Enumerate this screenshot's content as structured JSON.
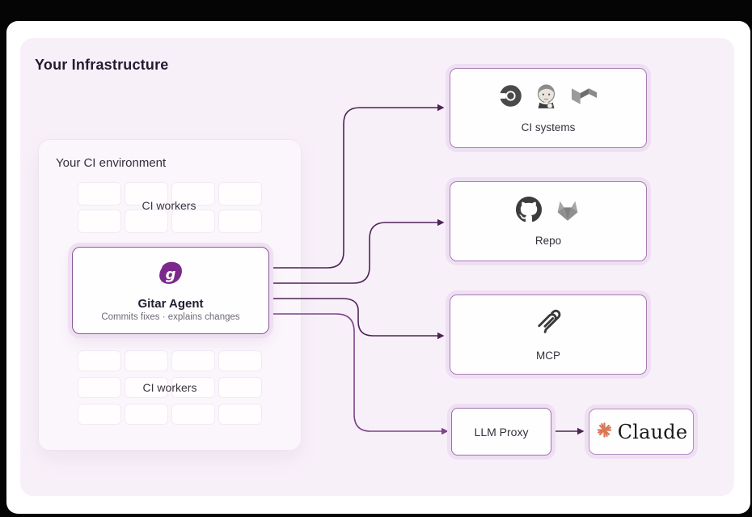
{
  "infrastructure": {
    "title": "Your Infrastructure"
  },
  "ci_environment": {
    "title": "Your CI environment",
    "workers_label_top": "CI workers",
    "workers_label_bottom": "CI workers",
    "top_grid": {
      "rows": 2,
      "cols": 4
    },
    "bottom_grid": {
      "rows": 3,
      "cols": 4
    }
  },
  "gitar_agent": {
    "name": "Gitar Agent",
    "description": "Commits fixes · explains changes",
    "logo": "gitar-icon",
    "brand_color": "#7b2a8c"
  },
  "nodes": {
    "ci_systems": {
      "label": "CI systems",
      "icons": [
        "circleci-icon",
        "jenkins-icon",
        "buildkite-icon"
      ]
    },
    "repo": {
      "label": "Repo",
      "icons": [
        "github-icon",
        "gitlab-icon"
      ]
    },
    "mcp": {
      "label": "MCP",
      "icons": [
        "mcp-icon"
      ]
    },
    "llm_proxy": {
      "label": "LLM Proxy"
    },
    "claude": {
      "label": "Claude",
      "icon": "claude-starburst-icon",
      "brand_color": "#d97757"
    }
  },
  "colors": {
    "background": "#050505",
    "panel": "#ffffff",
    "panel_tint": "#f8f0f9",
    "connector": "#4e2355",
    "connector_light": "#7b4589",
    "node_border": "#a87cb2",
    "halo": "#eedff3",
    "icon_gray": "#4a4a4a"
  }
}
